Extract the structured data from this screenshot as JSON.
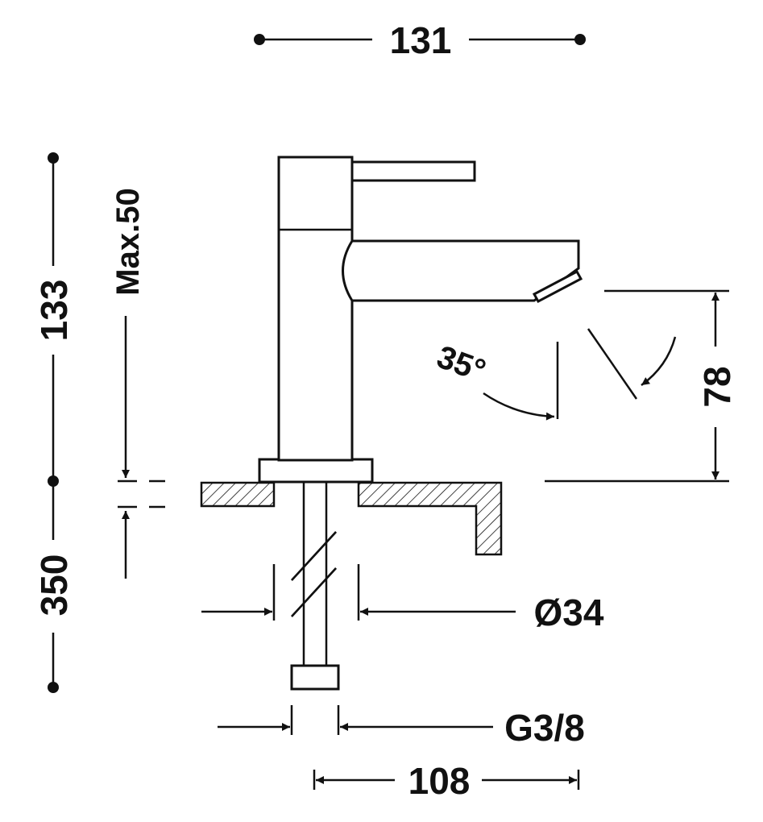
{
  "dimensions": {
    "total_width": "131",
    "total_height": "133",
    "max_deck_thickness": "Max.50",
    "below_deck_length": "350",
    "spout_height": "78",
    "swivel_angle": "35°",
    "base_diameter": "Ø34",
    "connection_thread": "G3/8",
    "spout_reach": "108"
  },
  "colors": {
    "line": "#111111",
    "background": "#ffffff"
  }
}
